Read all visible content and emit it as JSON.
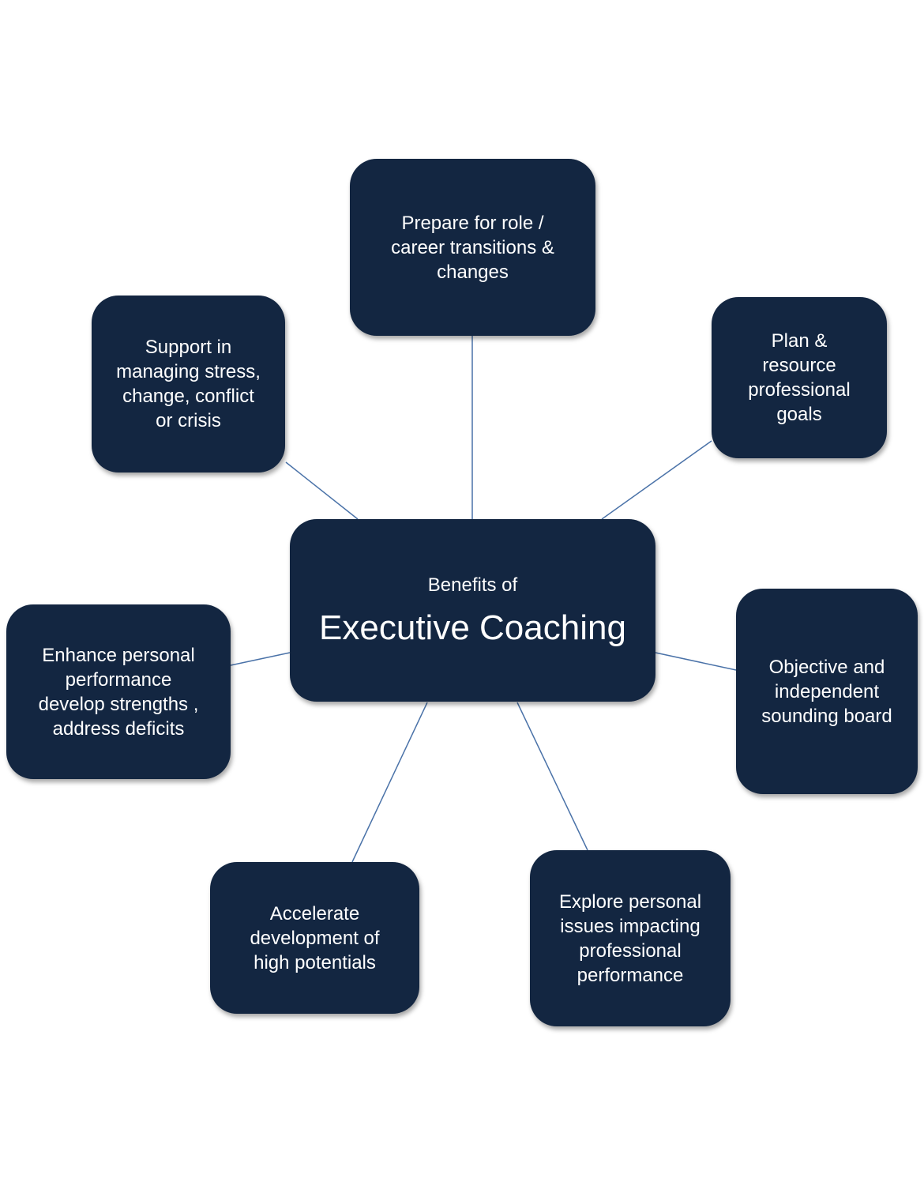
{
  "diagram": {
    "center": {
      "subtitle": "Benefits of",
      "title": "Executive Coaching"
    },
    "nodes": [
      {
        "id": "prepare",
        "lines": [
          "Prepare for role /",
          "career transitions &",
          "changes"
        ]
      },
      {
        "id": "support",
        "lines": [
          "Support in",
          "managing stress,",
          "change, conflict",
          "or crisis"
        ]
      },
      {
        "id": "plan",
        "lines": [
          "Plan &",
          "resource",
          "professional",
          "goals"
        ]
      },
      {
        "id": "enhance",
        "lines": [
          "Enhance personal",
          "performance",
          "develop strengths ,",
          "address deficits"
        ]
      },
      {
        "id": "objective",
        "lines": [
          "Objective and",
          "independent",
          "sounding board"
        ]
      },
      {
        "id": "accelerate",
        "lines": [
          "Accelerate",
          "development of",
          "high potentials"
        ]
      },
      {
        "id": "explore",
        "lines": [
          "Explore personal",
          "issues impacting",
          "professional",
          "performance"
        ]
      }
    ],
    "colors": {
      "box": "#132641",
      "connector": "#4a72a8",
      "text": "#ffffff"
    }
  }
}
